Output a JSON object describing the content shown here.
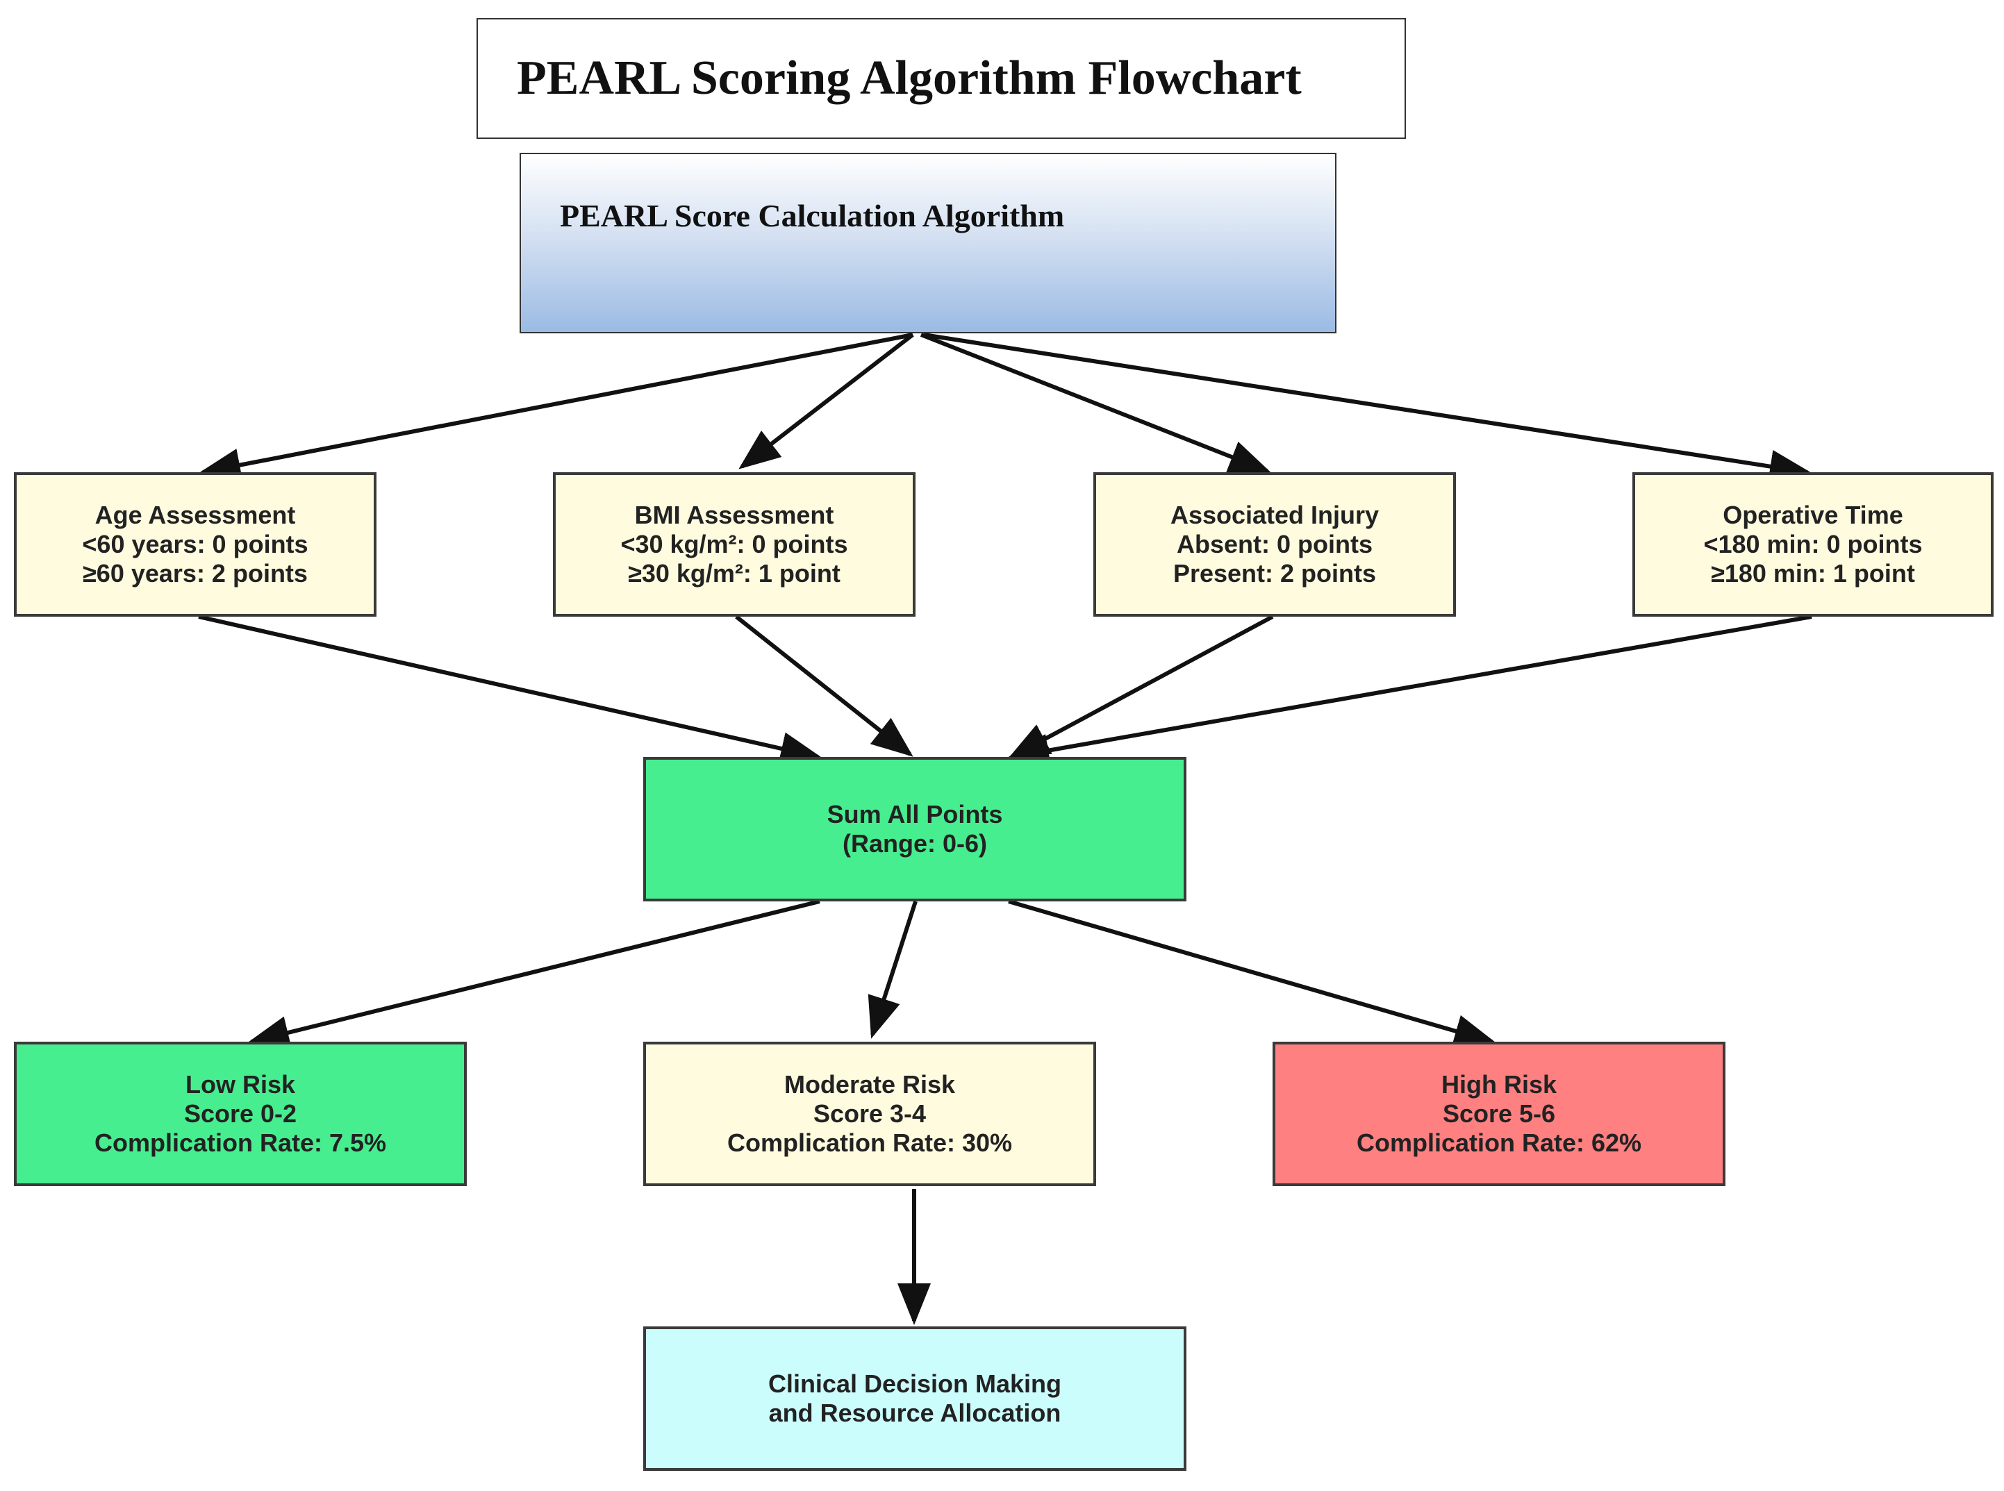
{
  "title": "PEARL Scoring Algorithm Flowchart",
  "algorithm_box": "PEARL Score Calculation Algorithm",
  "criteria": [
    {
      "lines": [
        "Age Assessment",
        "<60 years: 0 points",
        "≥60 years: 2 points"
      ]
    },
    {
      "lines": [
        "BMI Assessment",
        "<30 kg/m²: 0 points",
        "≥30 kg/m²: 1 point"
      ]
    },
    {
      "lines": [
        "Associated Injury",
        "Absent: 0 points",
        "Present: 2 points"
      ]
    },
    {
      "lines": [
        "Operative Time",
        "<180 min: 0 points",
        "≥180 min: 1 point"
      ]
    }
  ],
  "sum": {
    "lines": [
      "Sum All Points",
      "(Range: 0-6)"
    ]
  },
  "risk_groups": [
    {
      "lines": [
        "Low Risk",
        "Score 0-2",
        "Complication Rate: 7.5%"
      ]
    },
    {
      "lines": [
        "Moderate Risk",
        "Score 3-4",
        "Complication Rate: 30%"
      ]
    },
    {
      "lines": [
        "High Risk",
        "Score 5-6",
        "Complication Rate: 62%"
      ]
    }
  ],
  "outcome": {
    "lines": [
      "Clinical Decision Making",
      "and Resource Allocation"
    ]
  },
  "colors": {
    "criteria_fill": "#fefbdf",
    "sum_fill": "#47ee8f",
    "low_risk_fill": "#47ee8f",
    "moderate_risk_fill": "#fefbdf",
    "high_risk_fill": "#ff8080",
    "outcome_fill": "#ccfdfd",
    "algorithm_gradient_bottom": "#9bbbe4",
    "arrow": "#111111"
  }
}
